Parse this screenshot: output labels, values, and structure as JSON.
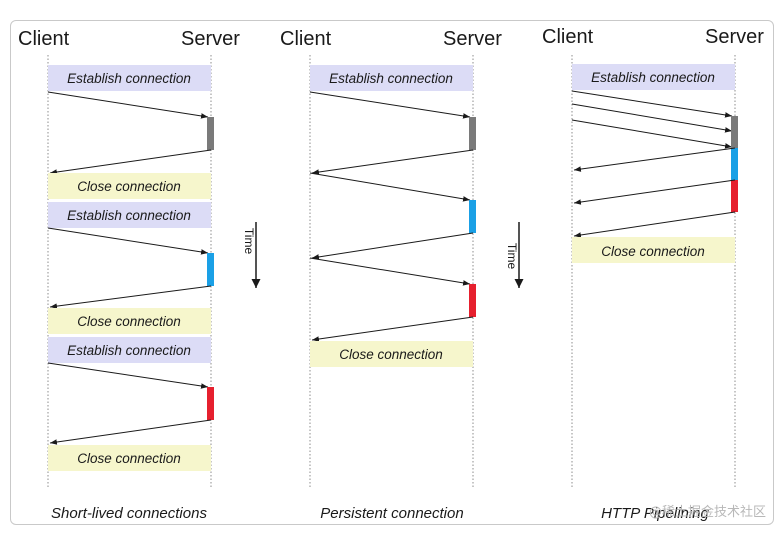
{
  "labels": {
    "client": "Client",
    "server": "Server",
    "establish": "Establish connection",
    "close": "Close connection",
    "time": "Time"
  },
  "captions": {
    "short_lived": "Short-lived connections",
    "persistent": "Persistent connection",
    "pipelining": "HTTP Pipelining"
  },
  "watermark": "@稀土掘金技术社区",
  "colors": {
    "establish_box": "#dcdcf6",
    "close_box": "#f6f6cc",
    "request1": "#7a7a7a",
    "request2": "#1aa0e6",
    "request3": "#e6202e",
    "lifeline": "#8c8c8c",
    "frame": "#c9c9c9"
  }
}
